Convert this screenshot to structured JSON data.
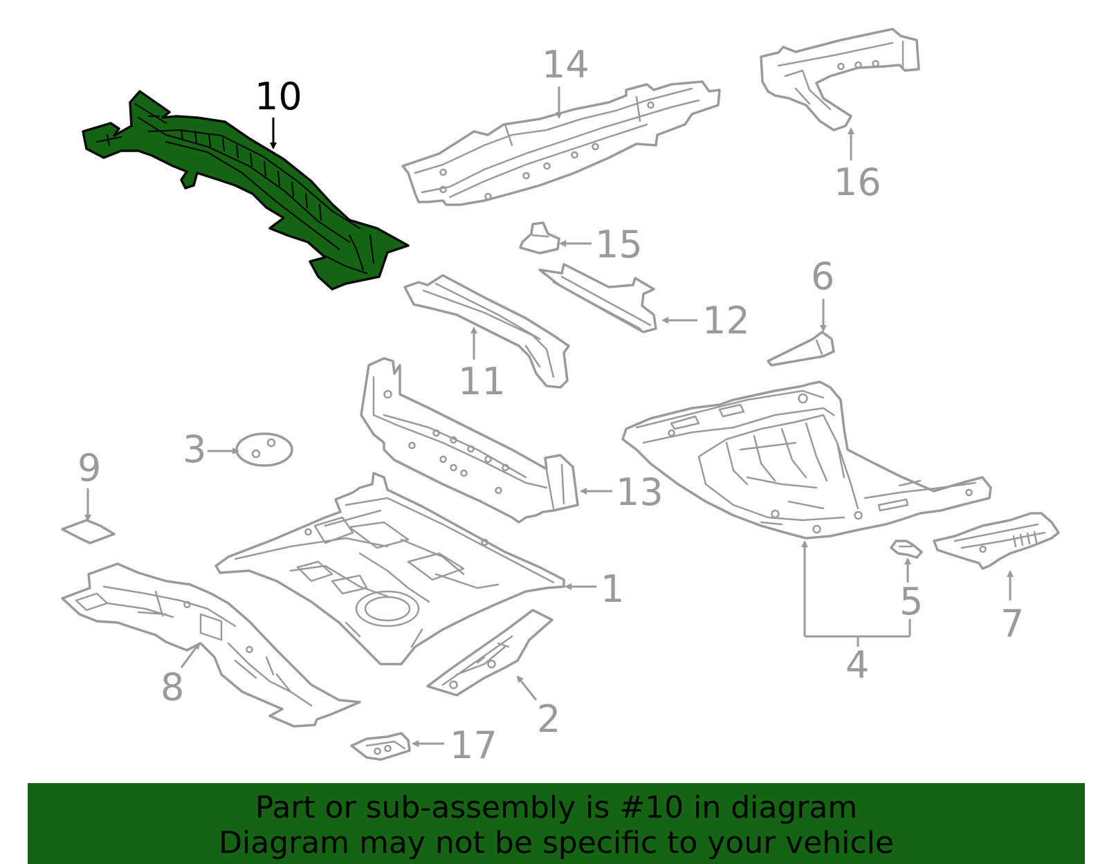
{
  "callouts": {
    "c1": "1",
    "c2": "2",
    "c3": "3",
    "c4": "4",
    "c5": "5",
    "c6": "6",
    "c7": "7",
    "c8": "8",
    "c9": "9",
    "c10": "10",
    "c11": "11",
    "c12": "12",
    "c13": "13",
    "c14": "14",
    "c15": "15",
    "c16": "16",
    "c17": "17"
  },
  "highlighted_part": "10",
  "banner": {
    "line1": "Part or sub-assembly is #10 in diagram",
    "line2": "Diagram may not be specific to your vehicle"
  },
  "colors": {
    "highlight": "#156414",
    "outline": "#9a9a9a",
    "banner": "#156414"
  }
}
